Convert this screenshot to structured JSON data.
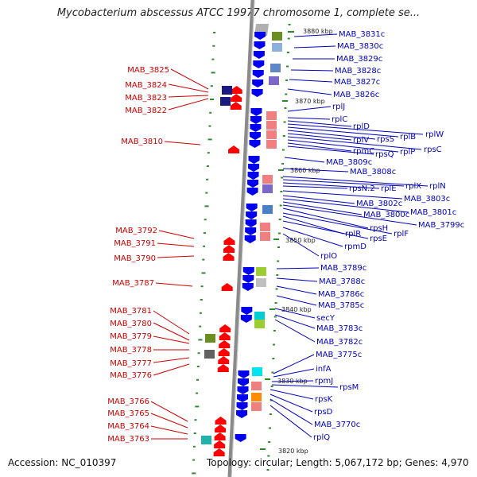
{
  "title": "Mycobacterium abscessus ATCC 19977 chromosome 1, complete se...",
  "footer": {
    "accession": "Accession: NC_010397",
    "topology": "Topology: circular; Length: 5,067,172 bp; Genes: 4,970"
  },
  "colors": {
    "left_strand_label": "#cc0000",
    "right_strand_label": "#0000bb",
    "forward_gene": "#ff0000",
    "reverse_gene": "#0000ee",
    "axis": "#888888"
  },
  "kbp_marks": [
    "3880 kbp",
    "3870 kbp",
    "3860 kbp",
    "3850 kbp",
    "3840 kbp",
    "3830 kbp",
    "3820 kbp"
  ],
  "left_labels": [
    "MAB_3825",
    "MAB_3824",
    "MAB_3823",
    "MAB_3822",
    "MAB_3810",
    "MAB_3792",
    "MAB_3791",
    "MAB_3790",
    "MAB_3787",
    "MAB_3781",
    "MAB_3780",
    "MAB_3779",
    "MAB_3778",
    "MAB_3777",
    "MAB_3776",
    "MAB_3766",
    "MAB_3765",
    "MAB_3764",
    "MAB_3763"
  ],
  "right_labels": [
    "MAB_3831c",
    "MAB_3830c",
    "MAB_3829c",
    "MAB_3828c",
    "MAB_3827c",
    "MAB_3826c",
    "rplJ",
    "rplC",
    "rplD",
    "rplW",
    "rplB",
    "rpsS",
    "rplV",
    "rpsC",
    "rplP",
    "rpmC",
    "rpsQ",
    "MAB_3809c",
    "MAB_3808c",
    "rplN",
    "rplX",
    "rplE",
    "rpsN.2",
    "MAB_3803c",
    "MAB_3802c",
    "MAB_3801c",
    "MAB_3800c",
    "MAB_3799c",
    "rpsH",
    "rplF",
    "rplR",
    "rpsE",
    "rpmD",
    "rplO",
    "MAB_3789c",
    "MAB_3788c",
    "MAB_3786c",
    "MAB_3785c",
    "secY",
    "MAB_3783c",
    "MAB_3782c",
    "MAB_3775c",
    "infA",
    "rpmJ",
    "rpsM",
    "rpsK",
    "rpsD",
    "MAB_3770c",
    "rplQ"
  ]
}
